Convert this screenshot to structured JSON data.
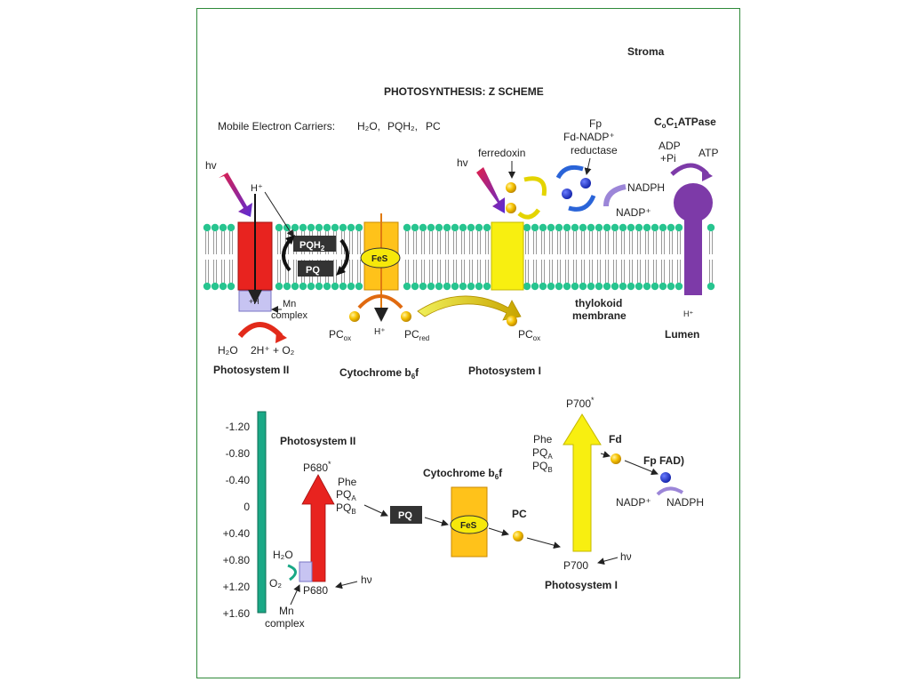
{
  "stroma": "Stroma",
  "title": "PHOTOSYNTHESIS: Z SCHEME",
  "carriers": {
    "label": "Mobile Electron Carriers:",
    "h2o": "H₂O,",
    "pqh2": "PQH₂,",
    "pc": "PC"
  },
  "top": {
    "hv_left": "hv",
    "h_plus_top": "H⁺",
    "pqh2_main": "PQH",
    "pqh2_sub": "2",
    "pq": "PQ",
    "fes": "FeS",
    "small_h": "+H",
    "mn": "Mn",
    "complex": "complex",
    "pc_ox_left_main": "PC",
    "pc_ox_left_sub": "ox",
    "h_plus_cyt": "H⁺",
    "pc_red_main": "PC",
    "pc_red_sub": "red",
    "pc_ox_right_main": "PC",
    "pc_ox_right_sub": "ox",
    "h2o": "H₂O",
    "split_products": "2H⁺ + O₂",
    "psii": "Photosystem II",
    "cyt_main": "Cytochrome b",
    "cyt_sub": "6",
    "cyt_end": "f",
    "psi": "Photosystem I",
    "hv_right": "hv",
    "ferredoxin": "ferredoxin",
    "fp": "Fp",
    "fd_nadp": "Fd-NADP⁺",
    "reductase": "reductase",
    "nadph": "NADPH",
    "nadp": "NADP⁺",
    "atpase_c1": "C",
    "atpase_s1": "o",
    "atpase_c2": "C",
    "atpase_s2": "1",
    "atpase_end": "ATPase",
    "adp": "ADP",
    "pi": "+Pi",
    "atp": "ATP",
    "thylakoid": "thylokoid",
    "membrane": "membrane",
    "h_lumen": "H⁺",
    "lumen": "Lumen"
  },
  "bottom": {
    "psii": "Photosystem II",
    "p680_star": "P680",
    "star": "*",
    "phe": "Phe",
    "pqa_main": "PQ",
    "pqa_sub": "A",
    "pqb_main": "PQ",
    "pqb_sub": "B",
    "pq_box": "PQ",
    "cyt_main": "Cytochrome b",
    "cyt_sub": "6",
    "cyt_end": "f",
    "fes": "FeS",
    "pc": "PC",
    "h2o": "H₂O",
    "o2": "O₂",
    "p680": "P680",
    "hv_left": "hν",
    "mn": "Mn",
    "complex": "complex",
    "p700_star": "P700",
    "star2": "*",
    "phe2": "Phe",
    "pqa2_main": "PQ",
    "pqa2_sub": "A",
    "pqb2_main": "PQ",
    "pqb2_sub": "B",
    "fd": "Fd",
    "fp_fad": "Fp FAD)",
    "nadp": "NADP⁺",
    "nadph": "NADPH",
    "p700": "P700",
    "hv_right": "hν",
    "psi": "Photosystem I"
  },
  "potential_scale": {
    "ticks": [
      "-1.20",
      "-0.80",
      "-0.40",
      "0",
      "+0.40",
      "+0.80",
      "+1.20",
      "+1.60"
    ]
  },
  "colors": {
    "membrane_heads": "#27c48f",
    "psii": "#e8231f",
    "cytochrome": "#ffc21a",
    "psi": "#f8ef10",
    "atpase": "#7d3aa8",
    "carrier_ball": "#f2b400",
    "scale_bar": "#1aa886"
  }
}
